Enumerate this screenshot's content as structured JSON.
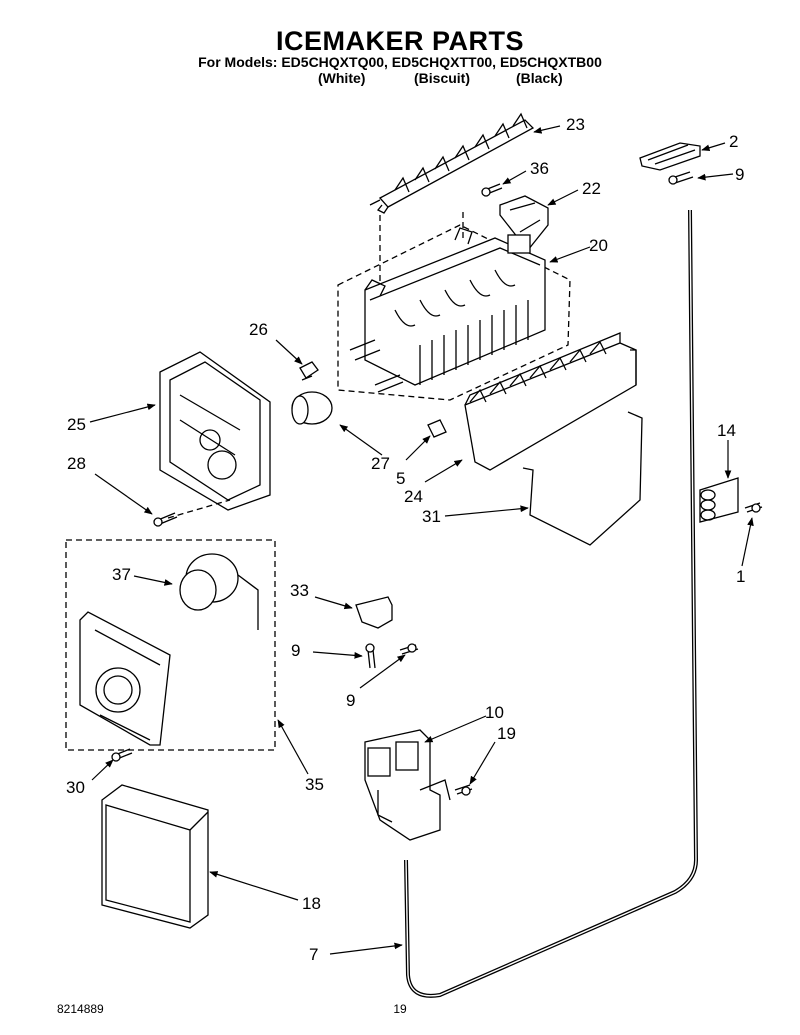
{
  "header": {
    "title": "ICEMAKER PARTS",
    "models": "For Models: ED5CHQXTQ00, ED5CHQXTT00, ED5CHQXTB00",
    "colors": [
      "(White)",
      "(Biscuit)",
      "(Black)"
    ]
  },
  "callouts": {
    "p23": "23",
    "p2": "2",
    "p9a": "9",
    "p36": "36",
    "p22": "22",
    "p20": "20",
    "p26": "26",
    "p25": "25",
    "p27": "27",
    "p5": "5",
    "p24": "24",
    "p28": "28",
    "p31": "31",
    "p14": "14",
    "p1": "1",
    "p37": "37",
    "p33": "33",
    "p9b": "9",
    "p9c": "9",
    "p10": "10",
    "p19": "19",
    "p30": "30",
    "p35": "35",
    "p18": "18",
    "p7": "7"
  },
  "footer": {
    "doc_number": "8214889",
    "page_number": "19"
  }
}
